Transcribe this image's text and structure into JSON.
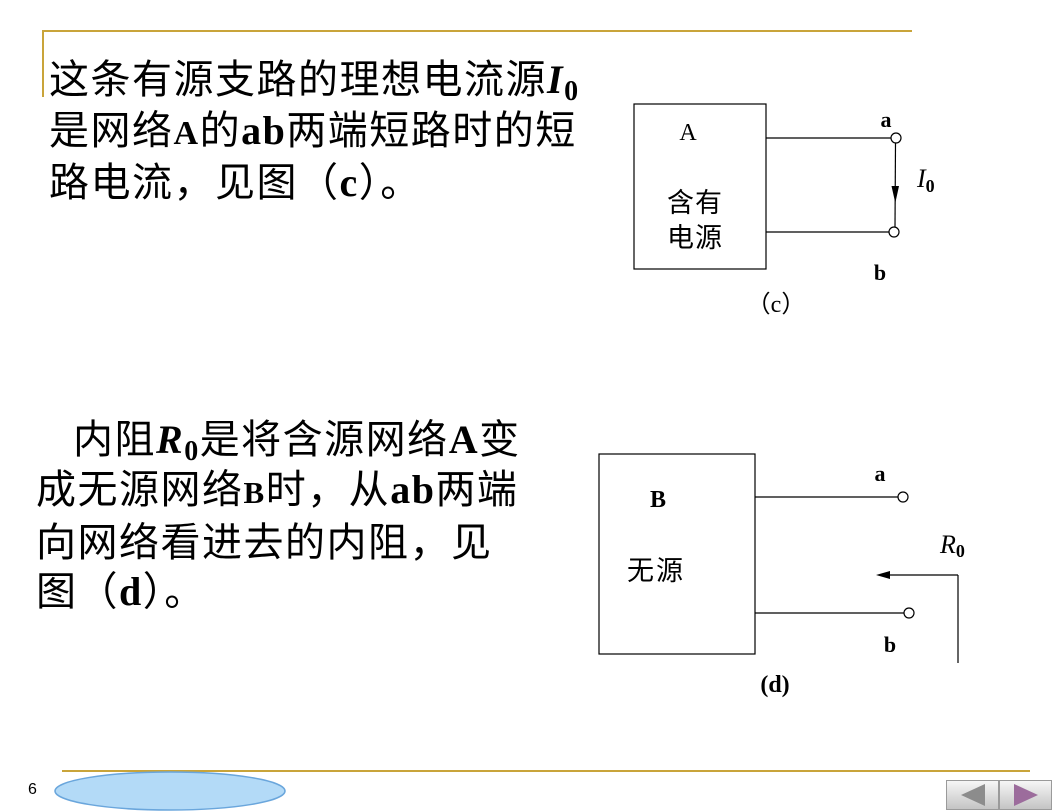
{
  "theme": {
    "accent_line": "#C9A43A",
    "oval_fill": "#B3DAF7",
    "oval_stroke": "#6AA6DC"
  },
  "paragraph_1": {
    "lines": [
      [
        "这条有源支路的理想电流源",
        "I",
        "0"
      ],
      [
        "是网络",
        "A",
        "的",
        "ab",
        "两端短路时的短"
      ],
      [
        "路电流，见图（",
        "c",
        "）。"
      ]
    ]
  },
  "paragraph_2": {
    "lines": [
      [
        "内阻",
        "R",
        "0",
        "是将含源网络",
        "A",
        "变"
      ],
      [
        "成无源网络",
        "B",
        "时，从",
        "ab",
        "两端"
      ],
      [
        "向网络看进去的内阻，见"
      ],
      [
        "图（",
        "d",
        "）。"
      ]
    ]
  },
  "diagram_c": {
    "network_label": "A",
    "network_desc_line1": "含有",
    "network_desc_line2": "电源",
    "terminal_a": "a",
    "terminal_b": "b",
    "current_symbol": "I",
    "current_subscript": "0",
    "caption": "（c）"
  },
  "diagram_d": {
    "network_label": "B",
    "network_desc": "无源",
    "terminal_a": "a",
    "terminal_b": "b",
    "resistance_symbol": "R",
    "resistance_subscript": "0",
    "caption": "(d)"
  },
  "footer": {
    "page_number": "6"
  },
  "nav": {
    "prev_icon": "arrow-left-icon",
    "next_icon": "arrow-right-icon",
    "prev_color": "#8C8C8C",
    "next_color": "#9C6C9C"
  }
}
